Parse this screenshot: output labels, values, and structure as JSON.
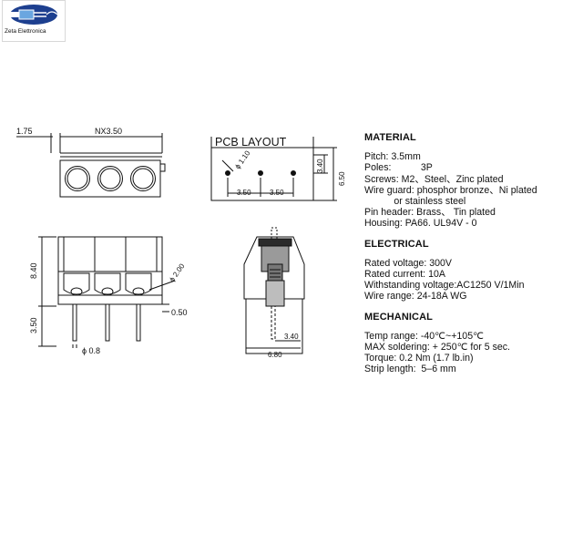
{
  "logo": {
    "text": "Zeta Elettronica",
    "icon": "connector-plug-logo"
  },
  "dims": {
    "pitch_label": "1.75",
    "nx_label": "NX3.50",
    "height_840": "8.40",
    "height_350": "3.50",
    "hole_label": "ϕ 2.00",
    "offset_050": "0.50",
    "pin_dia": "ϕ 0.8",
    "pcb_title": "PCB LAYOUT",
    "pcb_hole": "ϕ 1.10",
    "pcb_340": "3.40",
    "pcb_650": "6.50",
    "pcb_350_a": "3.50",
    "pcb_350_b": "3.50",
    "side_340": "3.40",
    "side_680": "6.80"
  },
  "material": {
    "title": "MATERIAL",
    "lines": [
      "Pitch: 3.5mm",
      "Poles:           3P",
      "Screws: M2、Steel、Zinc plated",
      "Wire guard: phosphor bronze、Ni plated",
      "           or stainless steel",
      "Pin header: Brass、 Tin plated",
      "Housing: PA66. UL94V - 0"
    ]
  },
  "electrical": {
    "title": "ELECTRICAL",
    "lines": [
      "Rated voltage: 300V",
      "Rated current: 10A",
      "Withstanding voltage:AC1250 V/1Min",
      "Wire range: 24-18A WG"
    ]
  },
  "mechanical": {
    "title": "MECHANICAL",
    "lines": [
      "Temp range: -40℃~+105℃",
      "MAX soldering: + 250℃ for 5 sec.",
      "Torque: 0.2 Nm (1.7 lb.in)",
      "Strip length:  5–6 mm"
    ]
  }
}
